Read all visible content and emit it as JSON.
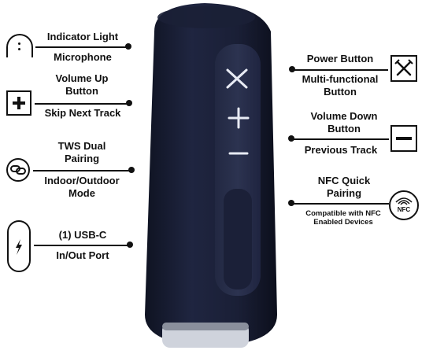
{
  "colors": {
    "speaker_body": "#1d2236",
    "speaker_panel": "#262c44",
    "button_glyph": "#e8ebf4",
    "line": "#111111"
  },
  "left_callouts": [
    {
      "icon": "indicator-light-icon",
      "top": "Indicator Light",
      "bottom": "Microphone"
    },
    {
      "icon": "plus-icon",
      "top": "Volume Up Button",
      "bottom": "Skip Next Track"
    },
    {
      "icon": "link-icon",
      "top": "TWS Dual Pairing",
      "bottom": "Indoor/Outdoor Mode"
    },
    {
      "icon": "lightning-bolt-icon",
      "top": "(1) USB-C",
      "bottom": "In/Out Port"
    }
  ],
  "right_callouts": [
    {
      "icon": "crossed-swords-icon",
      "top": "Power Button",
      "bottom": "Multi-functional Button"
    },
    {
      "icon": "minus-icon",
      "top": "Volume Down Button",
      "bottom": "Previous Track"
    },
    {
      "icon": "nfc-icon",
      "icon_text": "NFC",
      "top": "NFC Quick Pairing",
      "bottom": "Compatible with NFC Enabled Devices"
    }
  ]
}
